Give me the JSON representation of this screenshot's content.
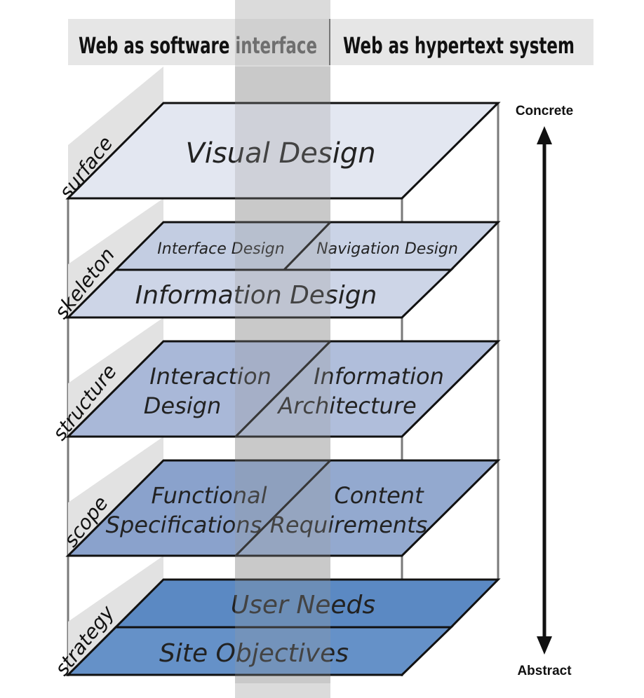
{
  "header": {
    "left": "Web as software interface",
    "right": "Web as hypertext system"
  },
  "axis": {
    "top": "Concrete",
    "bottom": "Abstract"
  },
  "layers": [
    {
      "name": "surface",
      "planes": [
        "Visual Design"
      ],
      "colors": {
        "left": "#e3e7f1",
        "right": "#e8ebf3"
      }
    },
    {
      "name": "skeleton",
      "planes": [
        "Interface Design",
        "Navigation Design",
        "Information Design"
      ],
      "colors": {
        "left": "#c3cde2",
        "right": "#cad3e6",
        "bottom": "#cdd5e7"
      }
    },
    {
      "name": "structure",
      "planes": [
        "Interaction Design",
        "Information Architecture"
      ],
      "lines": {
        "left": [
          "Interaction",
          "Design"
        ],
        "right": [
          "Information",
          "Architecture"
        ]
      },
      "colors": {
        "left": "#a9b8d8",
        "right": "#b0bedb"
      }
    },
    {
      "name": "scope",
      "planes": [
        "Functional Specifications",
        "Content Requirements"
      ],
      "lines": {
        "left": [
          "Functional",
          "Specifications"
        ],
        "right": [
          "Content",
          "Requirements"
        ]
      },
      "colors": {
        "left": "#8aa2cc",
        "right": "#93a9cf"
      }
    },
    {
      "name": "strategy",
      "planes": [
        "User Needs",
        "Site Objectives"
      ],
      "colors": {
        "top": "#5b89c3",
        "bottom": "#6591c8"
      }
    }
  ]
}
